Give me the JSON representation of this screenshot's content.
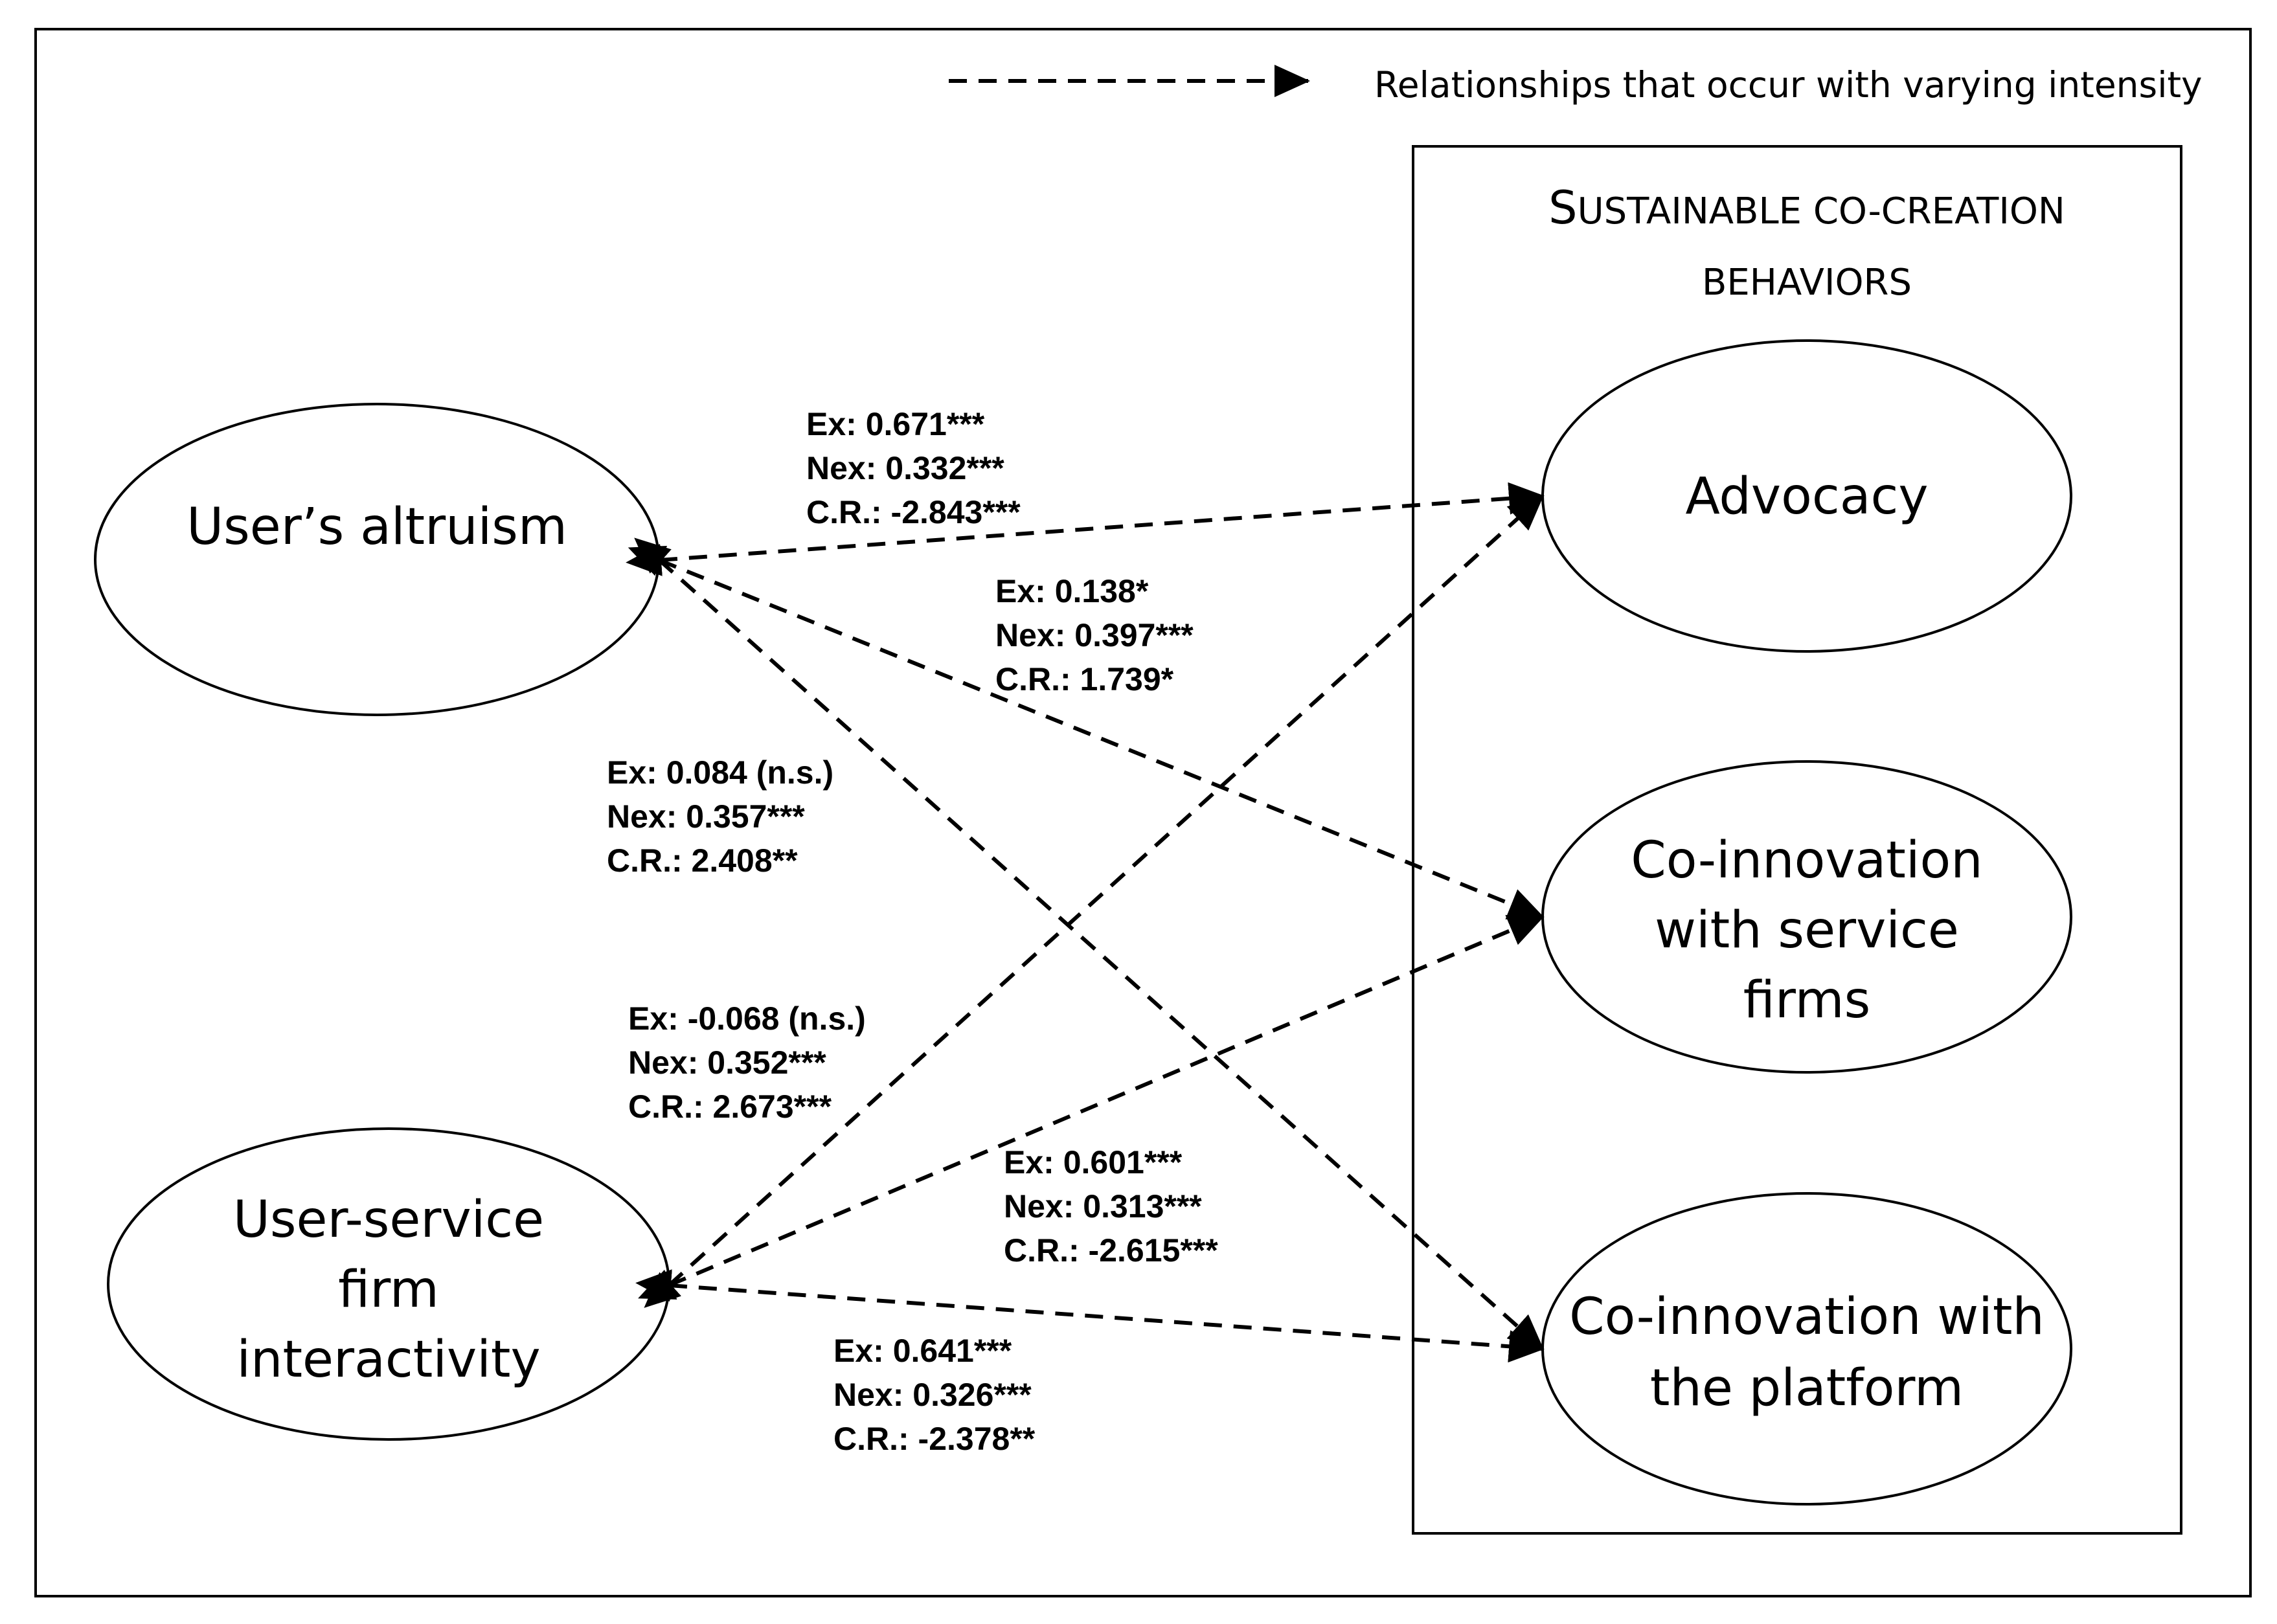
{
  "legend": {
    "label": "Relationships that occur with varying intensity"
  },
  "group": {
    "title_line1_cap": "S",
    "title_line1_rest": "USTAINABLE CO-CREATION",
    "title_line2": "BEHAVIORS"
  },
  "nodes": {
    "altruism": {
      "lines": [
        "User’s altruism"
      ]
    },
    "interactivity": {
      "lines": [
        "User-service",
        "firm",
        "interactivity"
      ]
    },
    "advocacy": {
      "lines": [
        "Advocacy"
      ]
    },
    "coinnov_firms": {
      "lines": [
        "Co-innovation",
        "with service",
        "firms"
      ]
    },
    "coinnov_platform": {
      "lines": [
        "Co-innovation with",
        "the platform"
      ]
    }
  },
  "paths": {
    "altruism_advocacy": {
      "ex": "Ex: 0.671***",
      "nex": "Nex: 0.332***",
      "cr": "C.R.: -2.843***"
    },
    "altruism_firms": {
      "ex": "Ex: 0.138*",
      "nex": "Nex: 0.397***",
      "cr": "C.R.: 1.739*"
    },
    "altruism_platform": {
      "ex": "Ex: 0.084 (n.s.)",
      "nex": "Nex: 0.357***",
      "cr": "C.R.: 2.408**"
    },
    "interactivity_advocacy": {
      "ex": "Ex: -0.068 (n.s.)",
      "nex": "Nex: 0.352***",
      "cr": "C.R.: 2.673***"
    },
    "interactivity_firms": {
      "ex": "Ex: 0.601***",
      "nex": "Nex: 0.313***",
      "cr": "C.R.: -2.615***"
    },
    "interactivity_platform": {
      "ex": "Ex: 0.641***",
      "nex": "Nex: 0.326***",
      "cr": "C.R.: -2.378**"
    }
  }
}
